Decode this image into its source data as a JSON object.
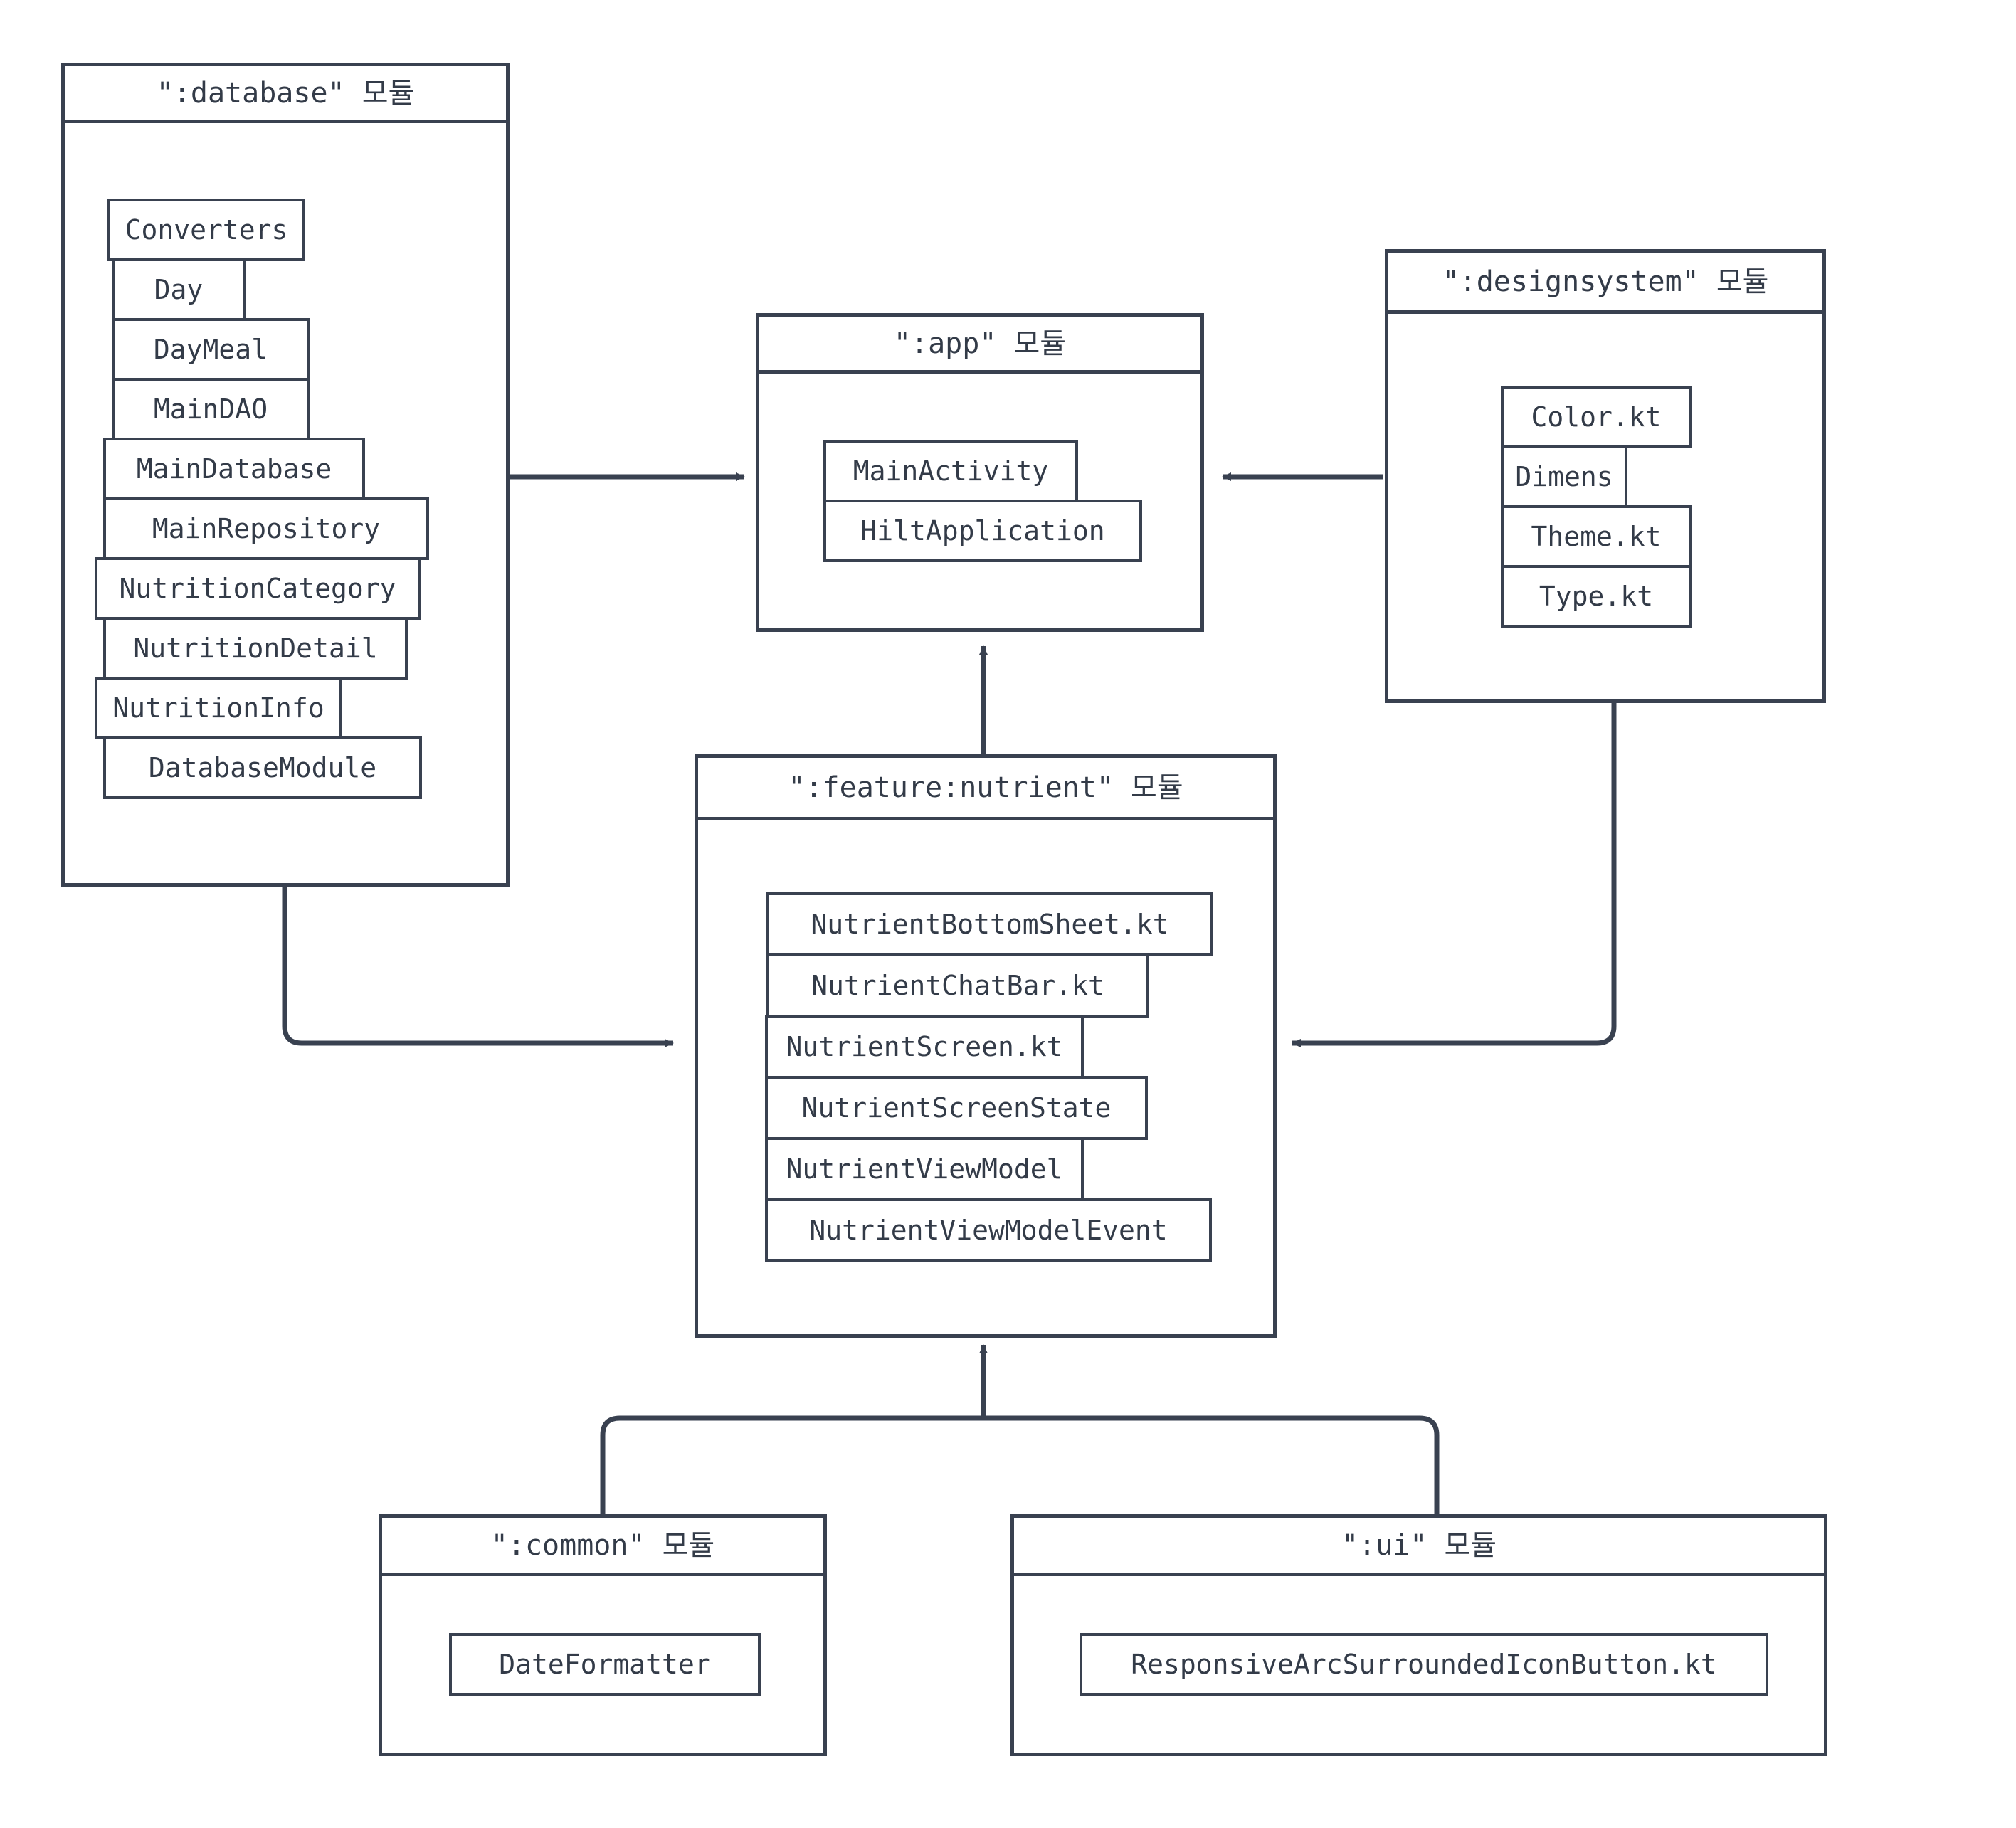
{
  "diagram": {
    "title_suffix": "모듈",
    "colors": {
      "stroke": "#394150",
      "text": "#333b48",
      "background": "#ffffff"
    },
    "modules": [
      {
        "id": "database",
        "header": "\":database\" 모듈",
        "items": [
          "Converters",
          "Day",
          "DayMeal",
          "MainDAO",
          "MainDatabase",
          "MainRepository",
          "NutritionCategory",
          "NutritionDetail",
          "NutritionInfo",
          "DatabaseModule"
        ]
      },
      {
        "id": "app",
        "header": "\":app\" 모듈",
        "items": [
          "MainActivity",
          "HiltApplication"
        ]
      },
      {
        "id": "designsystem",
        "header": "\":designsystem\" 모듈",
        "items": [
          "Color.kt",
          "Dimens",
          "Theme.kt",
          "Type.kt"
        ]
      },
      {
        "id": "feature-nutrient",
        "header": "\":feature:nutrient\" 모듈",
        "items": [
          "NutrientBottomSheet.kt",
          "NutrientChatBar.kt",
          "NutrientScreen.kt",
          "NutrientScreenState",
          "NutrientViewModel",
          "NutrientViewModelEvent"
        ]
      },
      {
        "id": "common",
        "header": "\":common\" 모듈",
        "items": [
          "DateFormatter"
        ]
      },
      {
        "id": "ui",
        "header": "\":ui\" 모듈",
        "items": [
          "ResponsiveArcSurroundedIconButton.kt"
        ]
      }
    ],
    "edges": [
      {
        "from": "database",
        "to": "app",
        "direction": "right"
      },
      {
        "from": "designsystem",
        "to": "app",
        "direction": "left"
      },
      {
        "from": "database",
        "to": "feature-nutrient",
        "direction": "right"
      },
      {
        "from": "designsystem",
        "to": "feature-nutrient",
        "direction": "left"
      },
      {
        "from": "feature-nutrient",
        "to": "app",
        "direction": "up"
      },
      {
        "from": "common",
        "to": "feature-nutrient",
        "direction": "up"
      },
      {
        "from": "ui",
        "to": "feature-nutrient",
        "direction": "up"
      }
    ]
  }
}
